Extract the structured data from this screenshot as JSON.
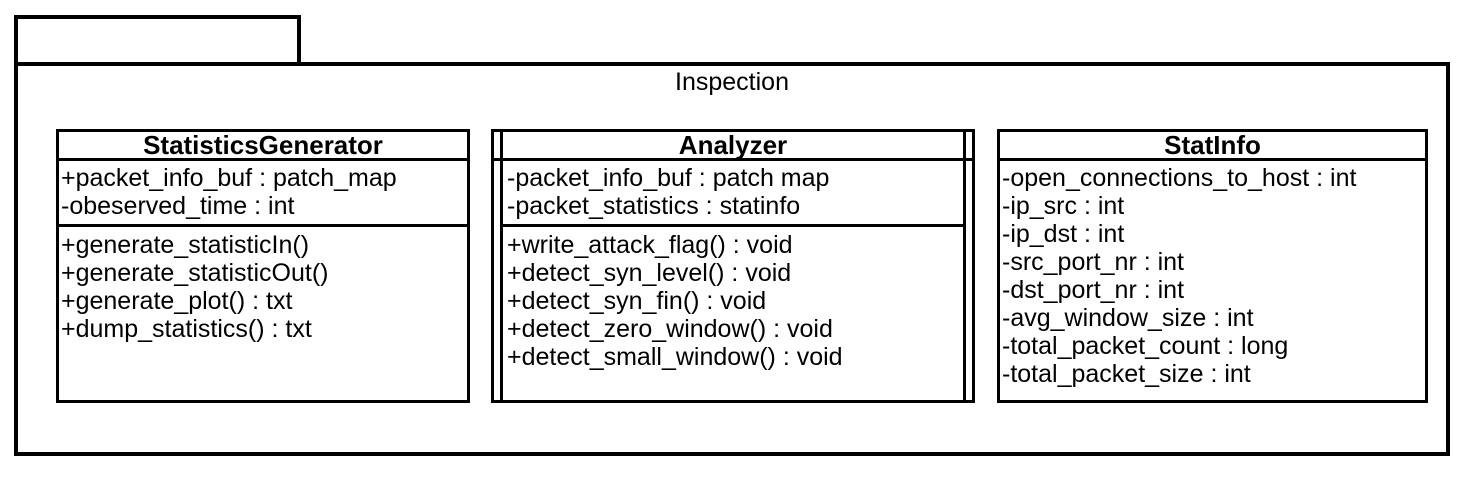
{
  "package": {
    "name": "Inspection",
    "tab_label": ""
  },
  "classes": [
    {
      "name": "StatisticsGenerator",
      "active": false,
      "attributes": [
        "+packet_info_buf : patch_map",
        "-obeserved_time : int"
      ],
      "methods": [
        "+generate_statisticIn()",
        "+generate_statisticOut()",
        "+generate_plot() : txt",
        "+dump_statistics() : txt"
      ]
    },
    {
      "name": "Analyzer",
      "active": true,
      "attributes": [
        "-packet_info_buf : patch map",
        "-packet_statistics : statinfo"
      ],
      "methods": [
        "+write_attack_flag() : void",
        "+detect_syn_level() : void",
        "+detect_syn_fin() : void",
        "+detect_zero_window() : void",
        "+detect_small_window() : void"
      ]
    },
    {
      "name": "StatInfo",
      "active": false,
      "attributes": [
        "-open_connections_to_host : int",
        "-ip_src : int",
        "-ip_dst : int",
        "-src_port_nr : int",
        "-dst_port_nr : int",
        "-avg_window_size : int",
        "-total_packet_count : long",
        "-total_packet_size : int"
      ],
      "methods": []
    }
  ],
  "colors": {
    "line": "#000000",
    "background": "#ffffff"
  }
}
